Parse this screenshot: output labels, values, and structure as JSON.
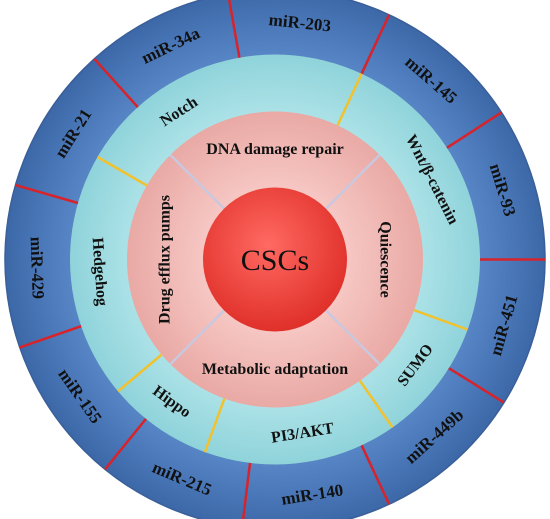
{
  "center": {
    "label": "CSCs"
  },
  "inner_ring": {
    "labels": [
      "DNA damage repair",
      "Quiescence",
      "Metabolic adaptation",
      "Drug efflux pumps"
    ]
  },
  "middle_ring": {
    "labels": [
      "Notch",
      "Wnt/β-catenin",
      "SUMO",
      "PI3/AKT",
      "Hippo",
      "Hedgehog"
    ]
  },
  "outer_ring": {
    "labels": [
      "miR-203",
      "miR-145",
      "miR-93",
      "miR-451",
      "miR-449b",
      "miR-140",
      "miR-215",
      "miR-155",
      "miR-429",
      "miR-21",
      "miR-34a"
    ]
  },
  "colors": {
    "outer": "#4f7fbf",
    "middle": "#a6e0e6",
    "inner": "#f0b9b5",
    "core": "#f0403a",
    "outer_divider": "#d8232a",
    "middle_divider": "#f2c12e",
    "inner_divider": "#c8c8e0",
    "text": "#111111"
  }
}
